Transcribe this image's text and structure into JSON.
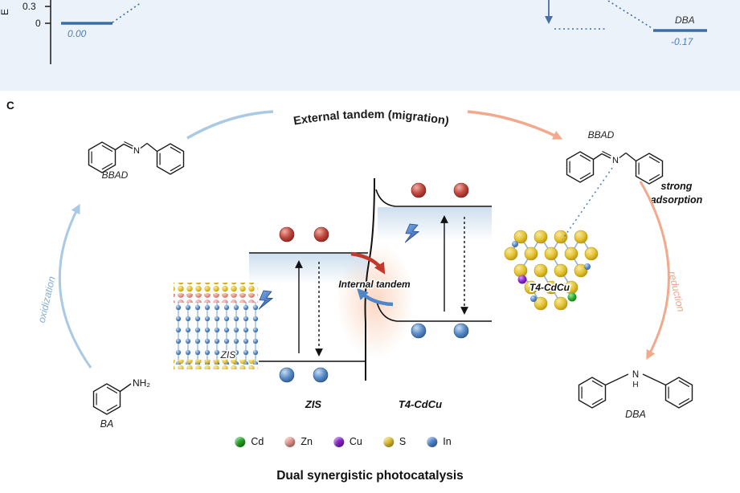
{
  "energy_panel": {
    "y_axis_partial": "E",
    "tick_top": "0.3",
    "tick_zero": "0",
    "start_value": "0.00",
    "product_label": "DBA",
    "product_value": "-0.17",
    "level_color": "#3a6ea5",
    "value_color": "#4d7fb5"
  },
  "panel_c": {
    "label": "C",
    "external_tandem": "External tandem (migration)",
    "internal_tandem": "Internal tandem",
    "oxidization": "oxidization",
    "reduction": "reduction",
    "strong_adsorption_line1": "strong",
    "strong_adsorption_line2": "adsorption",
    "molecules": {
      "bbad_left": "BBAD",
      "bbad_right": "BBAD",
      "ba": "BA",
      "dba": "DBA",
      "amine_group": "NH₂",
      "imine_n": "N",
      "amine_n": "N",
      "amine_h": "H"
    },
    "bands": {
      "zis_label": "ZIS",
      "t4_label": "T4-CdCu"
    },
    "zis_image_label": "ZIS",
    "t4_cluster_label": "T4-CdCu",
    "legend": [
      {
        "label": "Cd",
        "color": "#22a822"
      },
      {
        "label": "Zn",
        "color": "#ea9a90"
      },
      {
        "label": "Cu",
        "color": "#8a22d0"
      },
      {
        "label": "S",
        "color": "#e6c52e"
      },
      {
        "label": "In",
        "color": "#4f86d8"
      }
    ],
    "title": "Dual synergistic photocatalysis",
    "colors": {
      "migration_blue": "#a9c9e4",
      "migration_orange": "#f2a98c",
      "hole_red": "#b0392f",
      "electron_blue": "#4f86c8"
    }
  }
}
